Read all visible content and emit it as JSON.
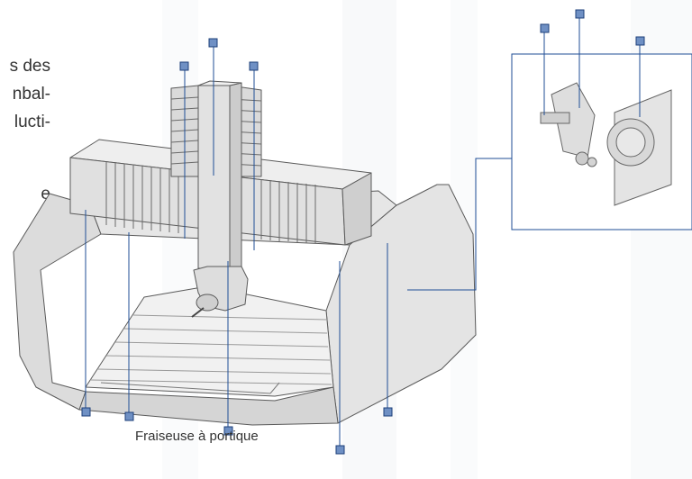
{
  "caption": "Fraiseuse à portique",
  "side_text": [
    "s des",
    "nbal-",
    "lucti-",
    "e"
  ],
  "colors": {
    "callout_line": "#1f4e96",
    "marker_fill": "#6f90c4",
    "marker_stroke": "#1d3f7a",
    "machine_fill": "#e3e3e3",
    "machine_outline": "#5a5a5a"
  }
}
